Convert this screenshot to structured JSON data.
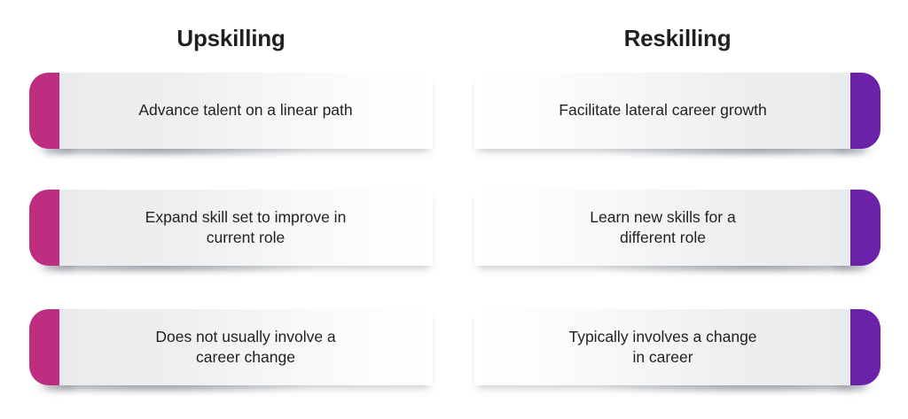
{
  "graphic": {
    "type": "two-column-comparison",
    "background_color": "#ffffff",
    "columns": [
      {
        "id": "upskilling",
        "heading": "Upskilling",
        "accent_color": "#be2d7f",
        "accent_side": "left",
        "items": [
          {
            "text": "Advance talent on a linear path"
          },
          {
            "text": "Expand skill set to improve in\ncurrent role"
          },
          {
            "text": "Does not usually involve a\ncareer change"
          }
        ]
      },
      {
        "id": "reskilling",
        "heading": "Reskilling",
        "accent_color": "#6b21a8",
        "accent_side": "right",
        "items": [
          {
            "text": "Facilitate lateral career growth"
          },
          {
            "text": "Learn new skills for a\ndifferent role"
          },
          {
            "text": "Typically involves a change\nin career"
          }
        ]
      }
    ],
    "card_body_color": "#eaebec",
    "text_color": "#231f20"
  }
}
